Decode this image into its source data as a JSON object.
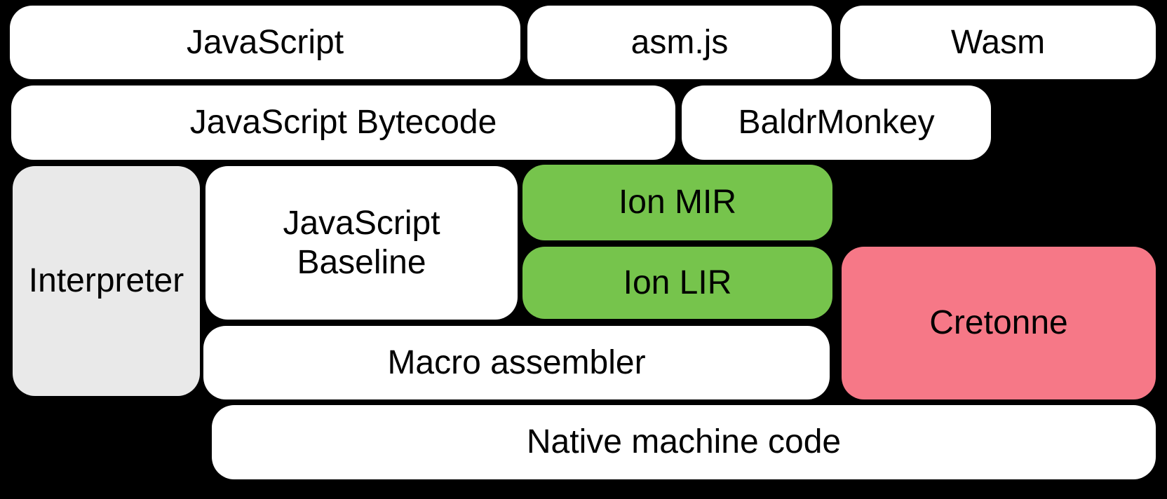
{
  "diagram": {
    "background_color": "#000000",
    "text_color": "#000000",
    "node_colors": {
      "white": "#ffffff",
      "gray": "#e9e9e9",
      "green": "#76c44c",
      "pink": "#f67887"
    },
    "nodes": [
      {
        "id": "javascript",
        "label": "JavaScript",
        "color": "#ffffff"
      },
      {
        "id": "asmjs",
        "label": "asm.js",
        "color": "#ffffff"
      },
      {
        "id": "wasm",
        "label": "Wasm",
        "color": "#ffffff"
      },
      {
        "id": "javascript-bytecode",
        "label": "JavaScript Bytecode",
        "color": "#ffffff"
      },
      {
        "id": "baldrmonkey",
        "label": "BaldrMonkey",
        "color": "#ffffff"
      },
      {
        "id": "interpreter",
        "label": "Interpreter",
        "color": "#e9e9e9"
      },
      {
        "id": "javascript-baseline",
        "label": "JavaScript\nBaseline",
        "color": "#ffffff"
      },
      {
        "id": "ion-mir",
        "label": "Ion MIR",
        "color": "#76c44c"
      },
      {
        "id": "ion-lir",
        "label": "Ion LIR",
        "color": "#76c44c"
      },
      {
        "id": "cretonne",
        "label": "Cretonne",
        "color": "#f67887"
      },
      {
        "id": "macro-assembler",
        "label": "Macro assembler",
        "color": "#ffffff"
      },
      {
        "id": "native-machine-code",
        "label": "Native machine code",
        "color": "#ffffff"
      }
    ]
  }
}
